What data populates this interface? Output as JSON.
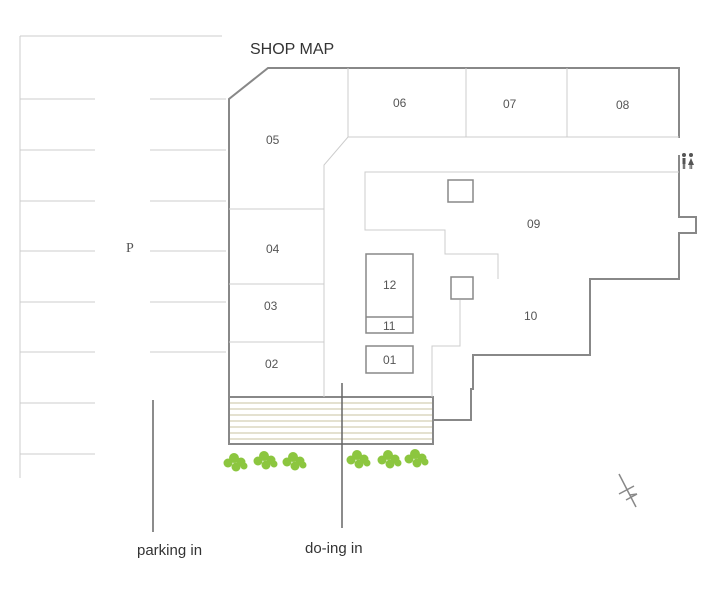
{
  "title": "SHOP MAP",
  "parking_symbol": "P",
  "units": {
    "u01": "01",
    "u02": "02",
    "u03": "03",
    "u04": "04",
    "u05": "05",
    "u06": "06",
    "u07": "07",
    "u08": "08",
    "u09": "09",
    "u10": "10",
    "u11": "11",
    "u12": "12"
  },
  "entrances": {
    "parking": "parking in",
    "main": "do-ing in"
  },
  "icons": {
    "restroom": "restroom-icon",
    "north": "north-arrow-icon",
    "trees": "tree-icon"
  },
  "colors": {
    "outline": "#888888",
    "faint": "#cccccc",
    "stripe": "#c9c3a2",
    "tree": "#8cc63f",
    "text": "#555555"
  }
}
